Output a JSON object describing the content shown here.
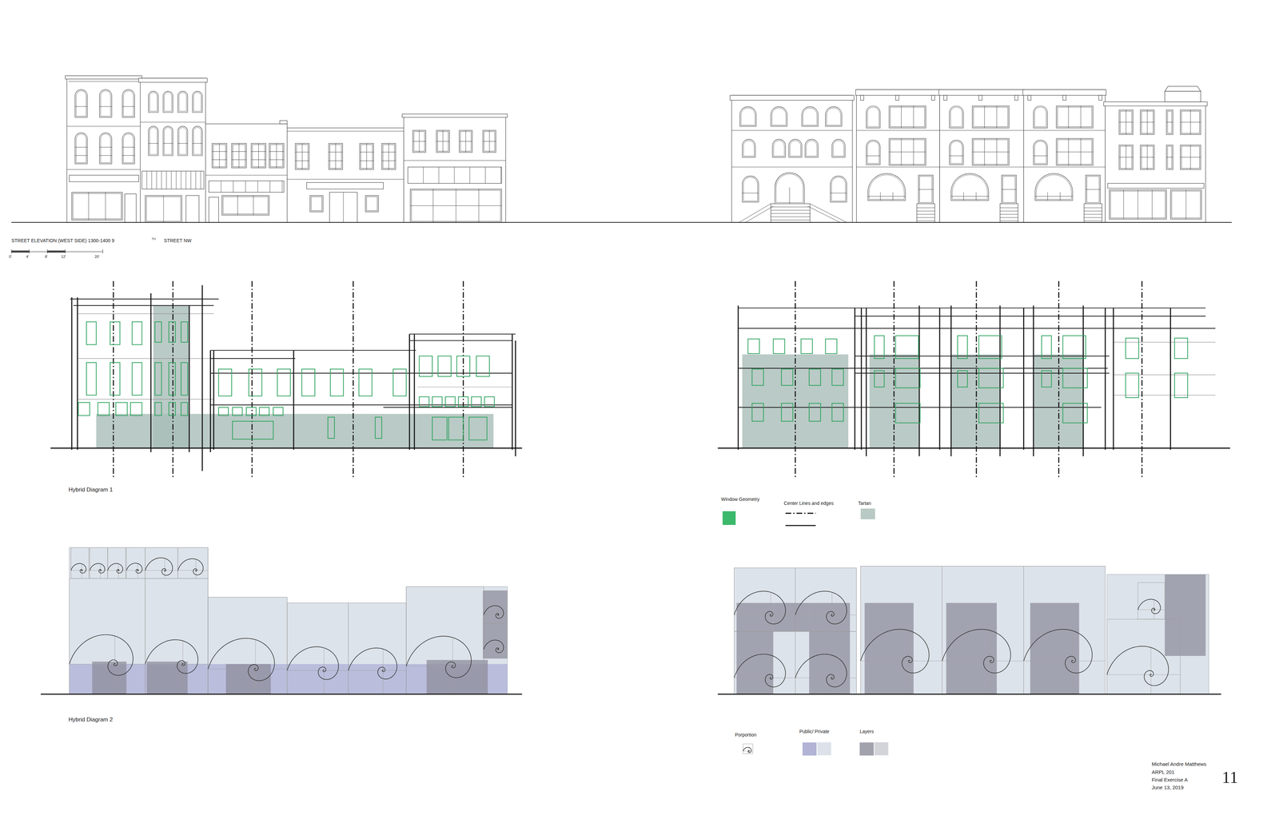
{
  "diagram": {
    "labels": [
      "STREET ELEVATION (WEST SIDE) 1300-1400 9",
      "TH",
      "STREET NW",
      "0'",
      "4'",
      "8'",
      "12'",
      "20'",
      "Hybrid Diagram 1",
      "Hybrid Diagram 2",
      "Michael Andre Matthews",
      "ARPL 201",
      "Final Exercise A",
      "June 13, 2019",
      "11"
    ],
    "legend": [
      {
        "text": "Window Geometry",
        "color": "#3cb96c"
      },
      {
        "text": "Center Lines and edges"
      },
      {
        "text": "Tartan",
        "color": "#b9c9c5"
      },
      {
        "text": "Porportion"
      },
      {
        "text": "Public/ Private",
        "color": "#b3b3d6"
      },
      {
        "text": "Layers",
        "color": "#a2a2ad"
      }
    ]
  }
}
